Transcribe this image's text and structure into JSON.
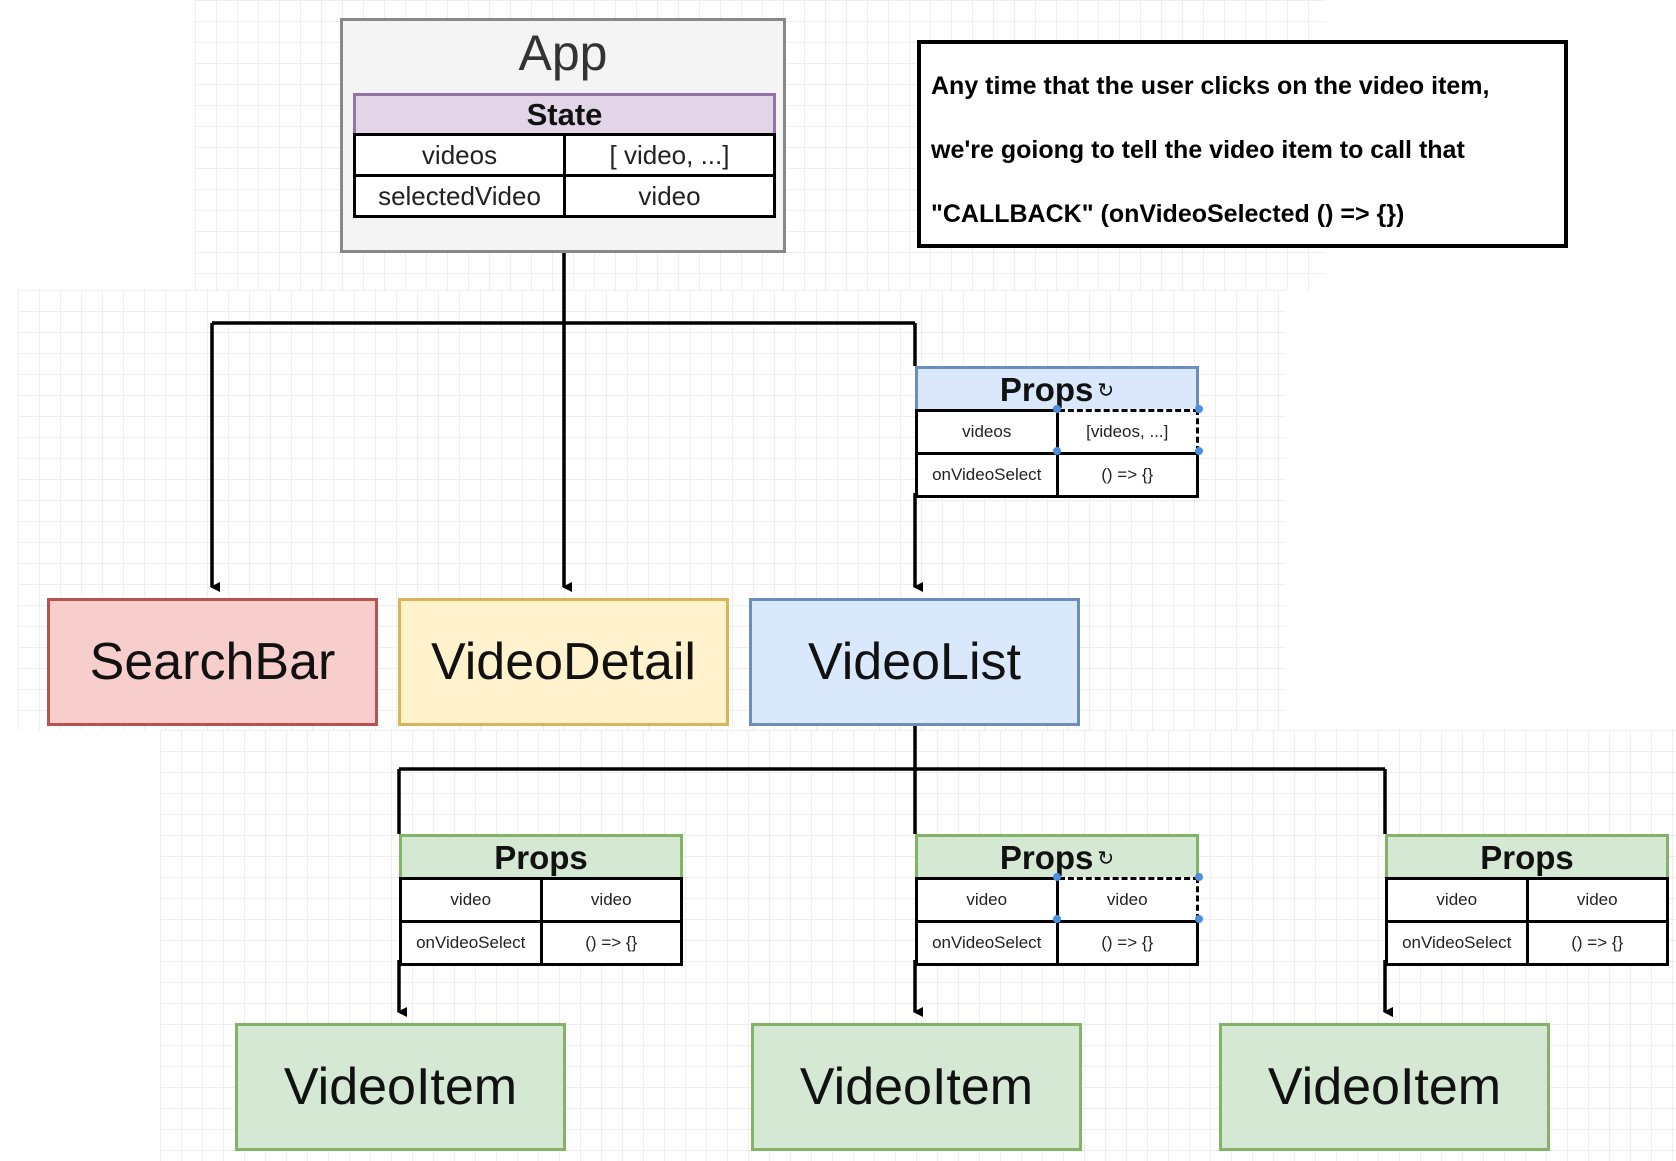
{
  "app": {
    "title": "App",
    "state_title": "State",
    "state_rows": [
      {
        "key": "videos",
        "value": "[ video, ...]"
      },
      {
        "key": "selectedVideo",
        "value": "video"
      }
    ]
  },
  "callout": {
    "lines": [
      "Any time that the user clicks on the video item,",
      "we're goiong to tell the video item to call that",
      "\"CALLBACK\" (onVideoSelected () => {})"
    ]
  },
  "components": {
    "searchbar": "SearchBar",
    "videodetail": "VideoDetail",
    "videolist": "VideoList",
    "videoitems": [
      "VideoItem",
      "VideoItem",
      "VideoItem"
    ]
  },
  "videolist_props": {
    "title": "Props",
    "rows": [
      {
        "key": "videos",
        "value": "[videos, ...]"
      },
      {
        "key": "onVideoSelect",
        "value": "() => {}"
      }
    ]
  },
  "videoitem_props": [
    {
      "title": "Props",
      "rows": [
        {
          "key": "video",
          "value": "video"
        },
        {
          "key": "onVideoSelect",
          "value": "() => {}"
        }
      ]
    },
    {
      "title": "Props",
      "rows": [
        {
          "key": "video",
          "value": "video"
        },
        {
          "key": "onVideoSelect",
          "value": "() => {}"
        }
      ]
    },
    {
      "title": "Props",
      "rows": [
        {
          "key": "video",
          "value": "video"
        },
        {
          "key": "onVideoSelect",
          "value": "() => {}"
        }
      ]
    }
  ],
  "colors": {
    "searchbar_fill": "#f8cecc",
    "videodetail_fill": "#fff2cc",
    "videolist_fill": "#dae8fc",
    "videoitem_fill": "#d5e8d4",
    "state_fill": "#e1d5e7"
  }
}
